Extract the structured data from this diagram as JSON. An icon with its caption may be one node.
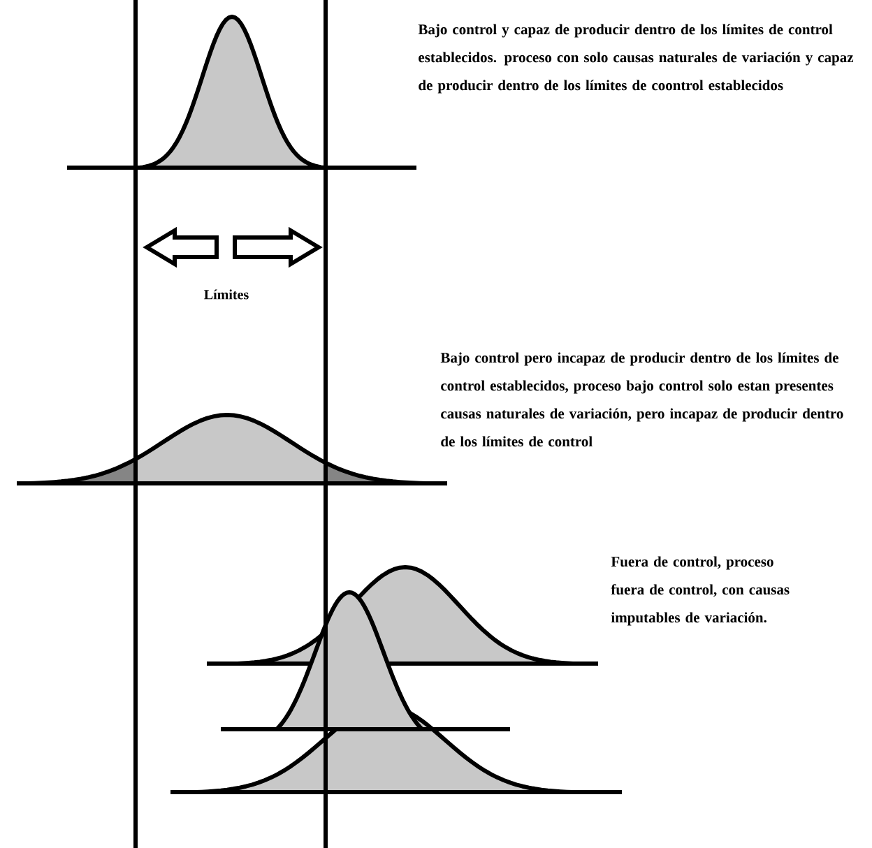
{
  "diagram": {
    "labels": [
      "Bajo control y capaz de producir dentro de los límites de control establecidos. proceso con solo causas naturales de variación y capaz de producir dentro de los límites de coontrol establecidos",
      "Límites",
      "Bajo control pero incapaz de producir dentro de los límites de control establecidos, proceso bajo control solo estan presentes causas naturales de variación, pero incapaz de producir dentro de los límites de control",
      "Fuera de control, proceso fuera de control, con causas imputables de variación."
    ]
  }
}
